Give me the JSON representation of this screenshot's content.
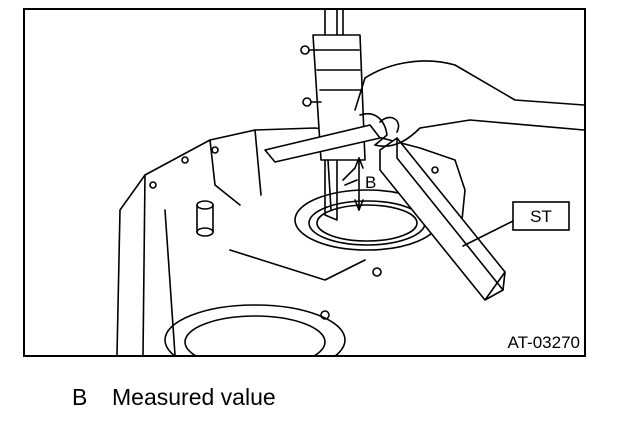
{
  "figure": {
    "labels": {
      "dimension": "B",
      "tool": "ST"
    },
    "figure_id": "AT-03270"
  },
  "legend": {
    "items": [
      {
        "key": "B",
        "text": "Measured value"
      }
    ]
  }
}
